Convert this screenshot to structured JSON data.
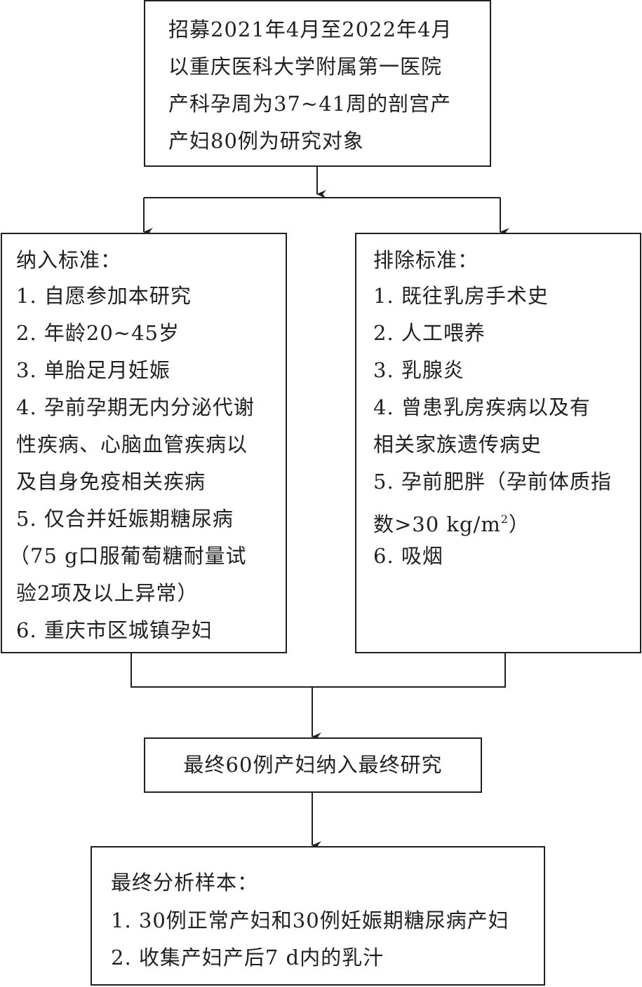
{
  "recruit_box": {
    "lines": [
      "招募2021年4月至2022年4月",
      "以重庆医科大学附属第一医院",
      "产科孕周为37~41周的剖宫产",
      "产妇80例为研究对象"
    ]
  },
  "inclusion_box": {
    "title": "纳入标准：",
    "lines": [
      "1. 自愿参加本研究",
      "2. 年龄20~45岁",
      "3. 单胎足月妊娠",
      "4. 孕前孕期无内分泌代谢",
      "性疾病、心脑血管疾病以",
      "及自身免疫相关疾病",
      "5. 仅合并妊娠期糖尿病",
      "（75 g口服葡萄糖耐量试",
      "验2项及以上异常）",
      "6. 重庆市区城镇孕妇"
    ]
  },
  "exclusion_box": {
    "title": "排除标准：",
    "lines": [
      "1. 既往乳房手术史",
      "2. 人工喂养",
      "3. 乳腺炎",
      "4. 曾患乳房疾病以及有",
      "相关家族遗传病史",
      "5. 孕前肥胖（孕前体质指"
    ],
    "line7_main": "数>30 kg/m",
    "line7_sup": "2",
    "line7_end": "）",
    "line8": "6. 吸烟"
  },
  "final_box": {
    "text": "最终60例产妇纳入最终研究"
  },
  "sample_box": {
    "title": "最终分析样本：",
    "lines": [
      "1. 30例正常产妇和30例妊娠期糖尿病产妇",
      "2. 收集产妇产后7 d内的乳汁"
    ]
  }
}
